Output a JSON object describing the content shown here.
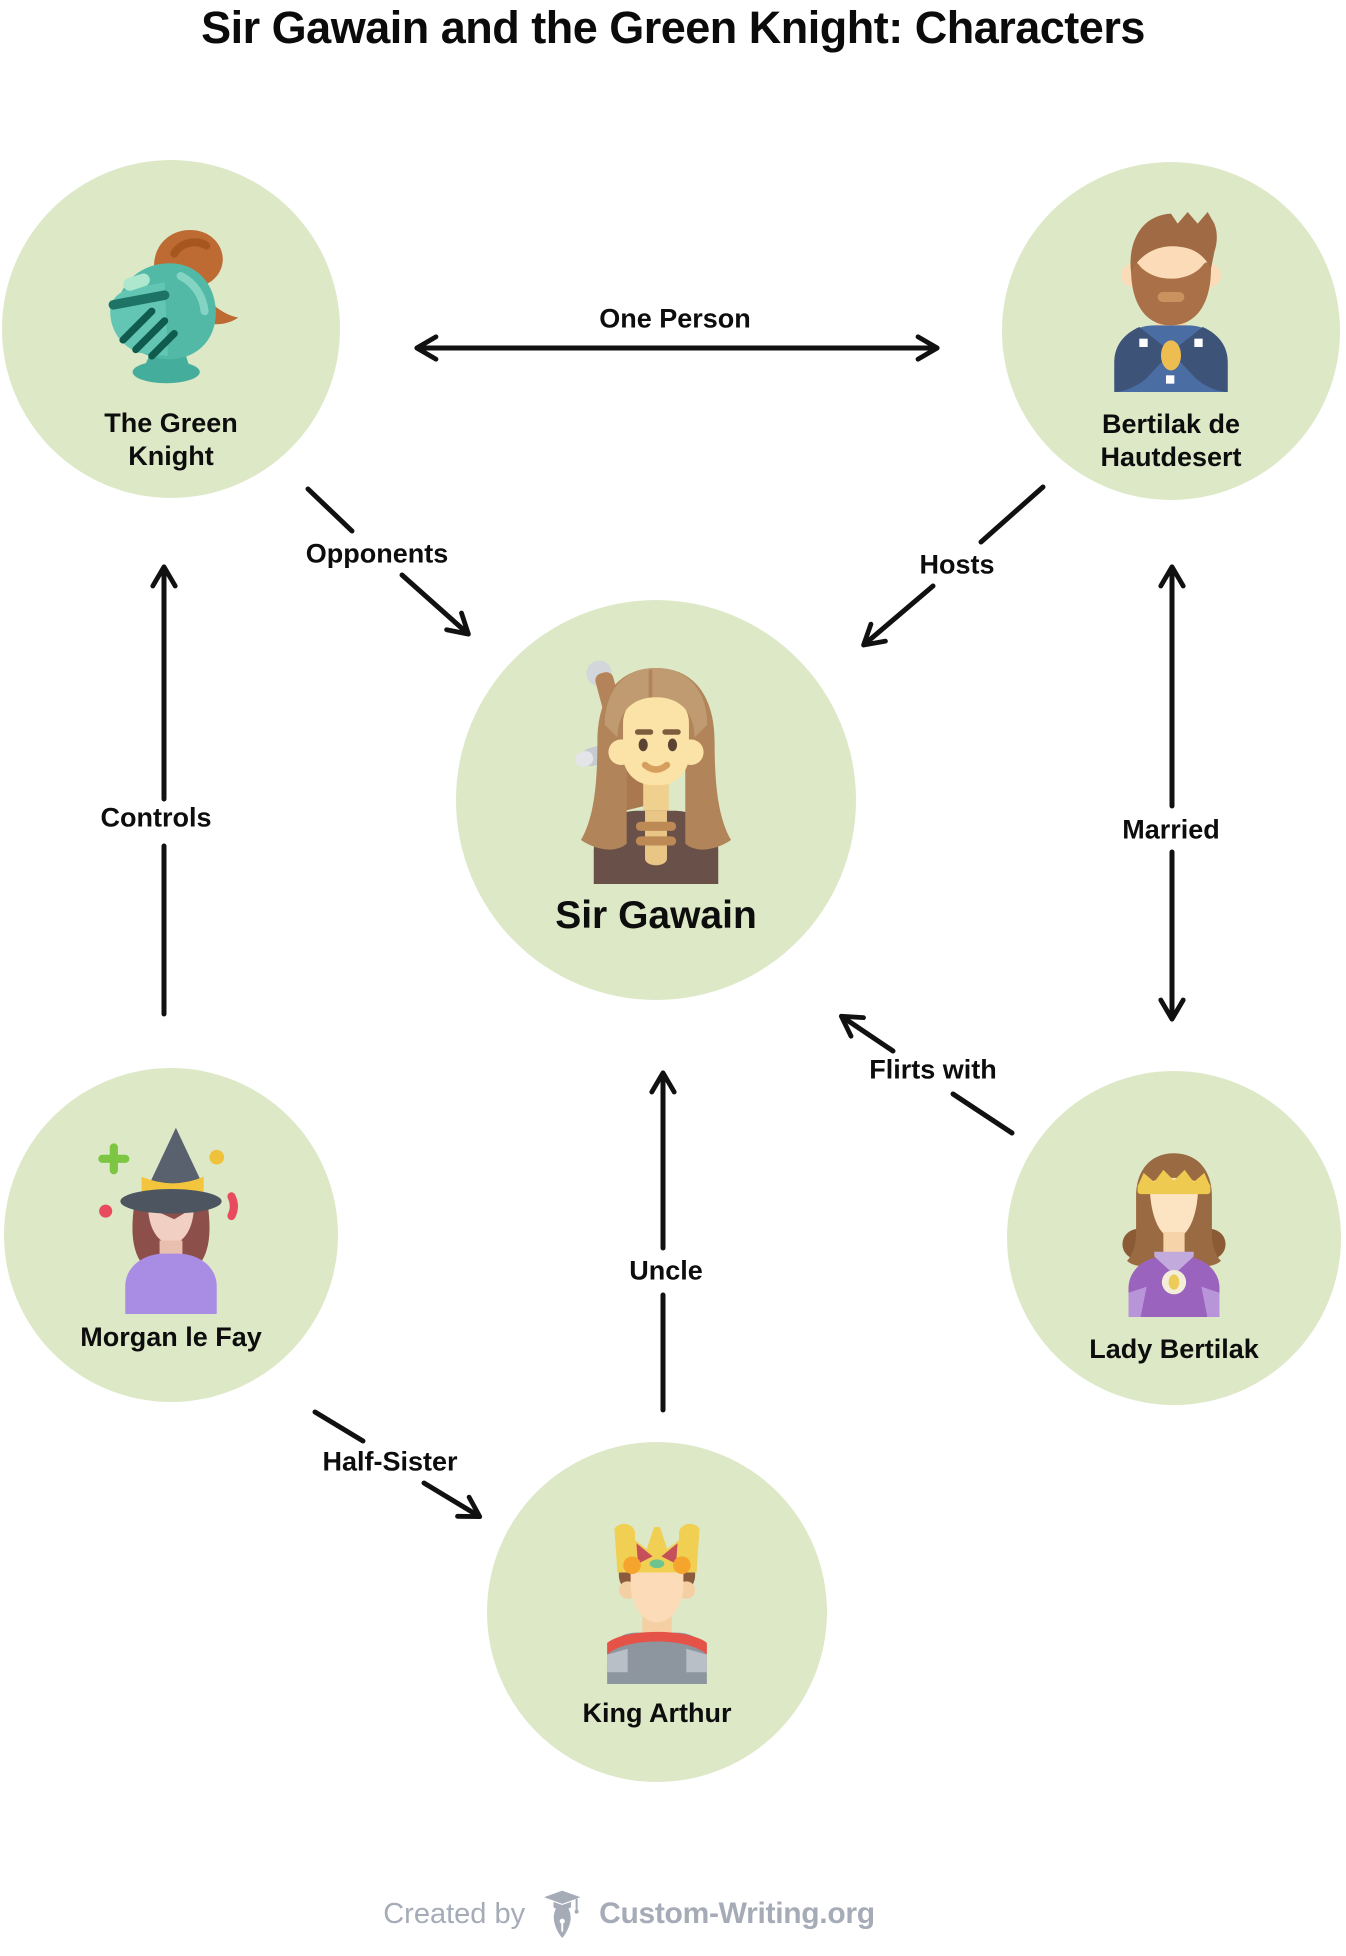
{
  "title": "Sir Gawain and the Green Knight: Characters",
  "nodes": [
    {
      "id": "green-knight",
      "label": "The Green\nKnight",
      "icon": "knight-helmet-icon"
    },
    {
      "id": "bertilak",
      "label": "Bertilak de\nHautdesert",
      "icon": "bearded-man-icon"
    },
    {
      "id": "sir-gawain",
      "label": "Sir Gawain",
      "icon": "long-haired-knight-icon"
    },
    {
      "id": "morgan-le-fay",
      "label": "Morgan le Fay",
      "icon": "witch-icon"
    },
    {
      "id": "lady-bertilak",
      "label": "Lady Bertilak",
      "icon": "crowned-lady-icon"
    },
    {
      "id": "king-arthur",
      "label": "King Arthur",
      "icon": "king-crown-icon"
    }
  ],
  "edges": [
    {
      "from": "green-knight",
      "to": "bertilak",
      "label": "One Person",
      "type": "double-arrow"
    },
    {
      "from": "green-knight",
      "to": "sir-gawain",
      "label": "Opponents",
      "type": "arrow"
    },
    {
      "from": "bertilak",
      "to": "sir-gawain",
      "label": "Hosts",
      "type": "arrow"
    },
    {
      "from": "morgan-le-fay",
      "to": "green-knight",
      "label": "Controls",
      "type": "arrow"
    },
    {
      "from": "bertilak",
      "to": "lady-bertilak",
      "label": "Married",
      "type": "double-arrow"
    },
    {
      "from": "lady-bertilak",
      "to": "sir-gawain",
      "label": "Flirts with",
      "type": "arrow"
    },
    {
      "from": "king-arthur",
      "to": "sir-gawain",
      "label": "Uncle",
      "type": "arrow"
    },
    {
      "from": "morgan-le-fay",
      "to": "king-arthur",
      "label": "Half-Sister",
      "type": "arrow"
    }
  ],
  "footer": {
    "created_by": "Created by",
    "brand": "Custom-Writing.org"
  },
  "colors": {
    "node_fill": "#dde8c7",
    "arrow": "#111111",
    "text": "#0d0d0d",
    "footer_text": "#a5abb7"
  }
}
